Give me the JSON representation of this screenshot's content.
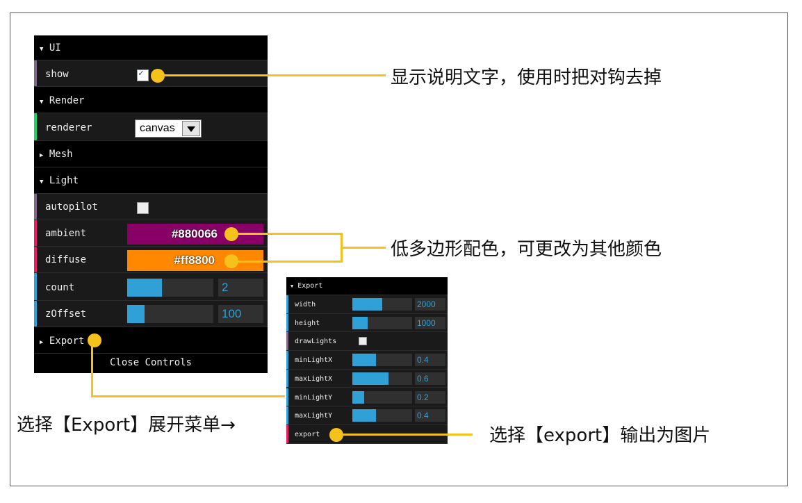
{
  "main_panel": {
    "folder_ui": "UI",
    "show_label": "show",
    "show_checked": true,
    "folder_render": "Render",
    "renderer_label": "renderer",
    "renderer_value": "canvas",
    "folder_mesh": "Mesh",
    "folder_light": "Light",
    "autopilot_label": "autopilot",
    "autopilot_checked": false,
    "ambient_label": "ambient",
    "ambient_value": "#880066",
    "diffuse_label": "diffuse",
    "diffuse_value": "#ff8800",
    "count_label": "count",
    "count_value": "2",
    "count_fill": 0.4,
    "zoffset_label": "zOffset",
    "zoffset_value": "100",
    "zoffset_fill": 0.2,
    "folder_export": "Export",
    "close_controls": "Close Controls"
  },
  "export_panel": {
    "folder_export": "Export",
    "rows": [
      {
        "label": "width",
        "value": "2000",
        "fill": 0.5
      },
      {
        "label": "height",
        "value": "1000",
        "fill": 0.25
      },
      {
        "label": "drawLights"
      },
      {
        "label": "minLightX",
        "value": "0.4",
        "fill": 0.4
      },
      {
        "label": "maxLightX",
        "value": "0.6",
        "fill": 0.6
      },
      {
        "label": "minLightY",
        "value": "0.2",
        "fill": 0.2
      },
      {
        "label": "maxLightY",
        "value": "0.4",
        "fill": 0.4
      },
      {
        "label": "export"
      }
    ]
  },
  "annotations": {
    "show_note": "显示说明文字，使用时把对钩去掉",
    "color_note": "低多边形配色，可更改为其他颜色",
    "export_open_note": "选择【Export】展开菜单→",
    "export_note": "选择【export】输出为图片"
  },
  "colors": {
    "accent": "#f5c11b",
    "slider": "#2fa1d6",
    "ambient": "#880066",
    "diffuse": "#ff8800"
  }
}
